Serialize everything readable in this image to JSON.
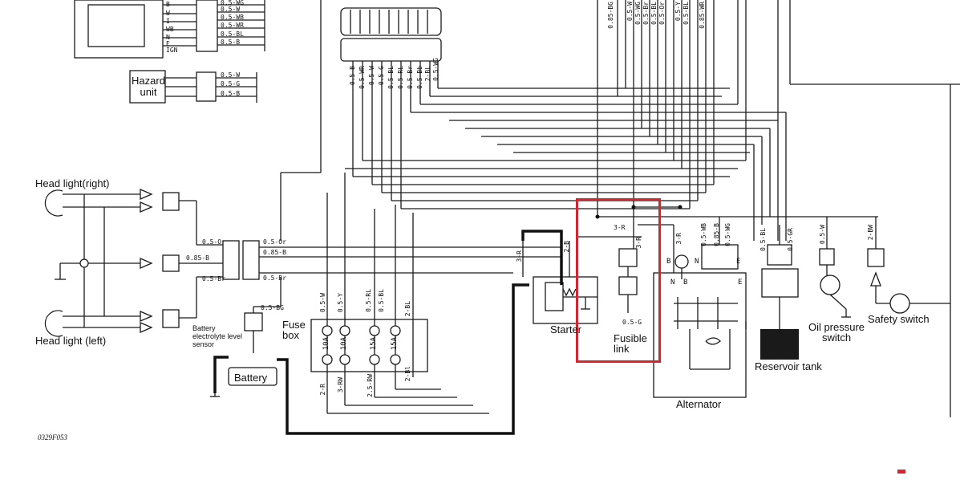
{
  "components": {
    "hazard_unit": "Hazard unit",
    "head_light_right": "Head light(right)",
    "head_light_left": "Head light (left)",
    "fuse_box": "Fuse box",
    "battery": "Battery",
    "battery_sensor": "Battery electrolyte level sensor",
    "starter": "Starter",
    "fusible_link": "Fusible link",
    "alternator": "Alternator",
    "oil_pressure_switch": "Oil pressure switch",
    "safety_switch": "Safety switch",
    "reservoir_tank": "Reservoir tank"
  },
  "switch_terminals": [
    "B",
    "W",
    "I",
    "WB",
    "N",
    "E",
    "IGN"
  ],
  "switch_wires": [
    "0.5-WG",
    "0.5-W",
    "0.5-WB",
    "0.5-WR",
    "0.5-BL",
    "0.5-B"
  ],
  "hazard_wires": [
    "0.5-W",
    "0.5-G",
    "0.5-B"
  ],
  "fuses": [
    "10A",
    "10A",
    "15A",
    "15A"
  ],
  "wire_codes": {
    "headlamp_or": "0.5-Or",
    "headlamp_b": "0.85-B",
    "headlamp_br": "0.5-Br",
    "sensor_bg": "0.5-BG",
    "link_g": "0.5-G",
    "starter_r": "3-R",
    "link_r": "3-R",
    "link_a": "3-R",
    "fuse_top": [
      "0.5-W",
      "0.5-Y",
      "0.5-RL",
      "0.5-BL",
      "2-BL"
    ],
    "fuse_bottom": [
      "2-R",
      "3-RW",
      "2.5-RW",
      "2-Bl"
    ],
    "connector_top": [
      "0.5-B",
      "0.5-WR",
      "0.5-W",
      "0.5-G",
      "0.5-BL",
      "0.5-RL",
      "0.5-Br",
      "0.5-Bb",
      "2-BL",
      "0.5-WG"
    ],
    "right_top": [
      "0.85-BG",
      "0.5-W",
      "0.5-WG",
      "0.5-Br",
      "0.5-BL",
      "0.5-Or",
      "0.5-Y",
      "0.5-BL",
      "0.85-WR"
    ],
    "alt_right": [
      "0.5-WB",
      "0.85-B",
      "0.5-WG"
    ],
    "tank_wires": [
      "0.5-BL",
      "0.5-GR"
    ],
    "oil_wire": "0.5-W",
    "safety_wire": "2-BW",
    "alt_r": "3-R",
    "starter_b": "2-B"
  },
  "alt_terminals": [
    "B",
    "N",
    "E",
    "N",
    "B",
    "E"
  ],
  "caption": "0329F053",
  "colors": {
    "highlight": "#d9232e",
    "ink": "#111111"
  }
}
